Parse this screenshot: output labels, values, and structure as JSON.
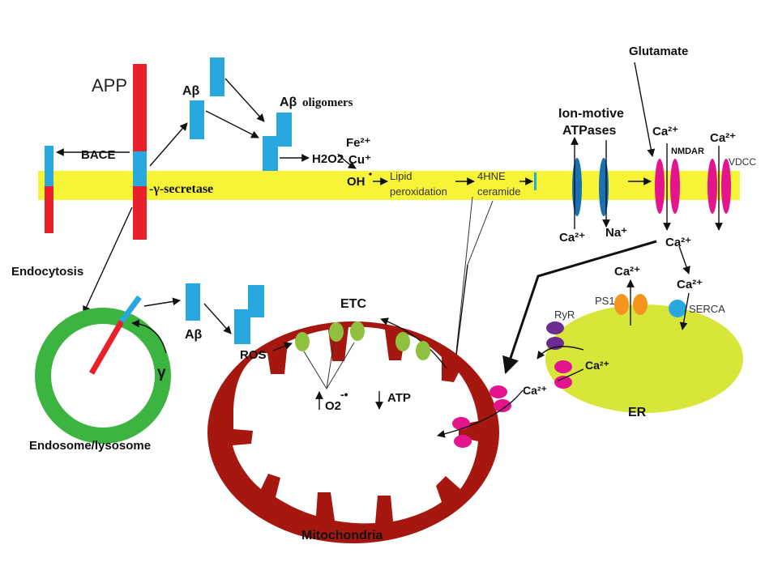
{
  "labels": {
    "app": "APP",
    "bace": "BACE",
    "abeta_top": "Aβ",
    "abeta_oligomers_sym": "Aβ",
    "abeta_oligomers_word": "oligomers",
    "gamma_secretase": "-γ-secretase",
    "h2o2": "H2O2",
    "fe": "Fe²⁺",
    "cu": "Cu⁺",
    "oh": "OH",
    "lipid1": "Lipid",
    "lipid2": "peroxidation",
    "hne1": "4HNE",
    "hne2": "ceramide",
    "ion_motive1": "Ion-motive",
    "ion_motive2": "ATPases",
    "glutamate": "Glutamate",
    "ca_nmdar": "Ca²⁺",
    "ca_vdcc": "Ca²⁺",
    "nmdar": "NMDAR",
    "vdcc": "VDCC",
    "ca_atpase": "Ca²⁺",
    "na": "Na⁺",
    "ca_below": "Ca²⁺",
    "endocytosis": "Endocytosis",
    "abeta_mid": "Aβ",
    "gamma": "γ",
    "endosome": "Endosome/lysosome",
    "etc": "ETC",
    "ros": "ROS",
    "o2": "O2",
    "atp": "ATP",
    "mitochondria": "Mitochondria",
    "ca_ps1": "Ca²⁺",
    "ca_serca": "Ca²⁺",
    "ps1": "PS1",
    "serca": "SERCA",
    "ryr": "RyR",
    "ca_ryr": "Ca²⁺",
    "ca_mito": "Ca²⁺",
    "er": "ER"
  },
  "colors": {
    "membrane": "#f7f438",
    "app_red": "#e8202a",
    "app_blue": "#29a8e0",
    "endosome": "#3bb540",
    "mito": "#a5170f",
    "etc_green": "#8fc13f",
    "er": "#d8e63a",
    "channel_pink": "#e4148c",
    "atpase_blue": "#1b6fb3",
    "ps1_orange": "#f7941e",
    "ryr_purple": "#6a2c91"
  }
}
